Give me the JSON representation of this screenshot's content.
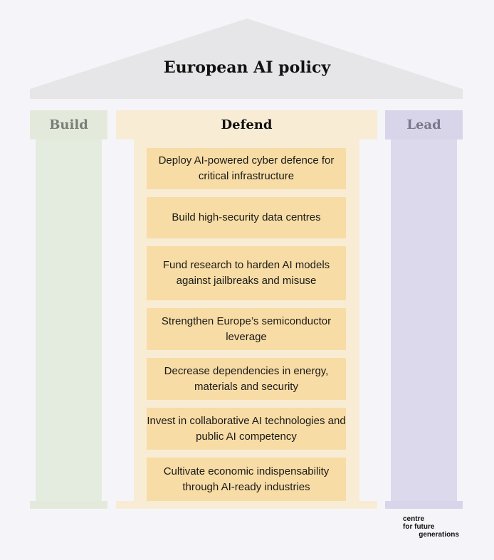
{
  "title": "European AI policy",
  "pillars": {
    "build": {
      "label": "Build",
      "colors": {
        "cap": "#e3eadc",
        "shaft": "#e3ecdf",
        "text": "#7a7e76"
      }
    },
    "defend": {
      "label": "Defend",
      "colors": {
        "cap": "#f8ecd5",
        "shaft": "#f8ecd5",
        "text": "#111111"
      }
    },
    "lead": {
      "label": "Lead",
      "colors": {
        "cap": "#d8d4ea",
        "shaft": "#dcd9ec",
        "text": "#7a7888"
      }
    }
  },
  "defend_items": [
    "Deploy AI-powered cyber defence for critical infrastructure",
    "Build high-security data centres",
    "Fund research to harden AI models against jailbreaks and misuse",
    "Strengthen Europe’s semiconductor leverage",
    "Decrease dependencies in energy, materials and security",
    "Invest in collaborative AI technologies and public AI competency",
    "Cultivate economic indispensability through AI-ready industries"
  ],
  "logo": {
    "text": "centre\nfor future\n        generations"
  },
  "colors": {
    "background": "#f5f5f9",
    "roof": "#e6e6e8",
    "item": "#f8dca5"
  }
}
